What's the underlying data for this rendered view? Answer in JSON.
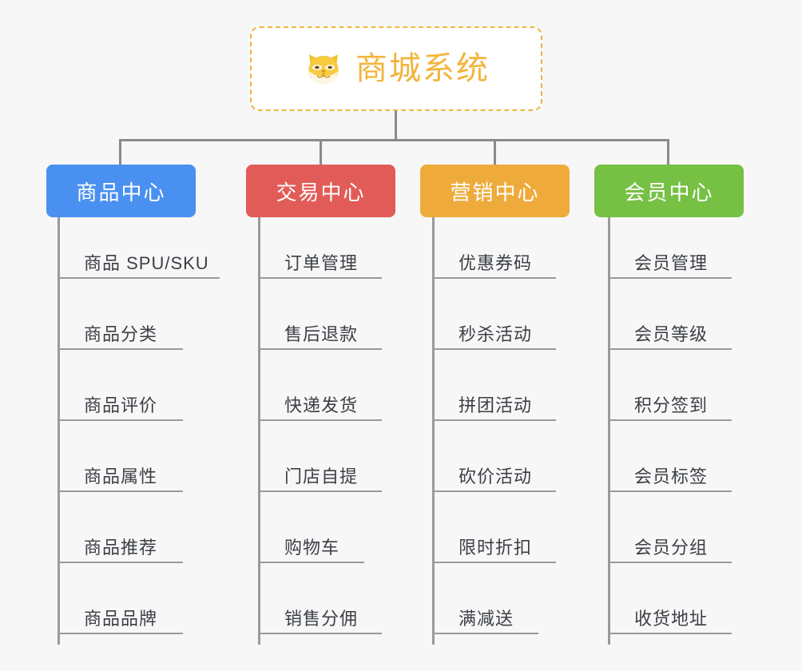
{
  "diagram": {
    "background_color": "#f7f7f7",
    "root": {
      "title": "商城系统",
      "icon": "shiba-dog-icon",
      "title_color": "#f2b43c",
      "border_color": "#f0b440",
      "background_color": "#ffffff"
    },
    "columns": [
      {
        "header": "商品中心",
        "color": "#4a90f0",
        "items": [
          "商品 SPU/SKU",
          "商品分类",
          "商品评价",
          "商品属性",
          "商品推荐",
          "商品品牌"
        ]
      },
      {
        "header": "交易中心",
        "color": "#e15c58",
        "items": [
          "订单管理",
          "售后退款",
          "快递发货",
          "门店自提",
          "购物车",
          "销售分佣"
        ]
      },
      {
        "header": "营销中心",
        "color": "#eeab3c",
        "items": [
          "优惠券码",
          "秒杀活动",
          "拼团活动",
          "砍价活动",
          "限时折扣",
          "满减送"
        ]
      },
      {
        "header": "会员中心",
        "color": "#76c044",
        "items": [
          "会员管理",
          "会员等级",
          "积分签到",
          "会员标签",
          "会员分组",
          "收货地址"
        ]
      }
    ]
  }
}
